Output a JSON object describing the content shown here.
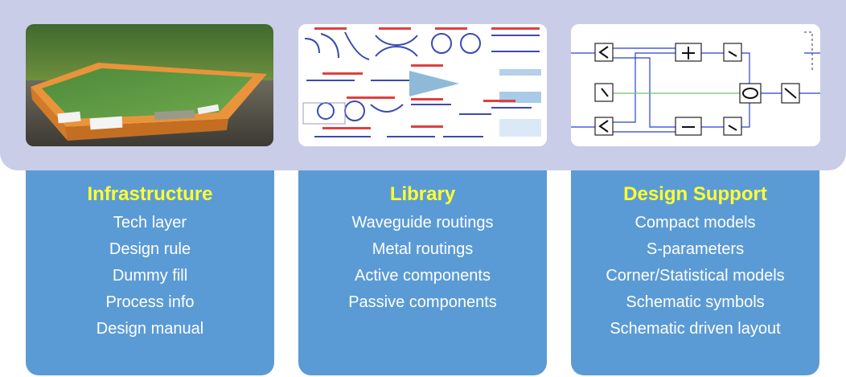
{
  "cards": [
    {
      "title": "Infrastructure",
      "items": [
        "Tech layer",
        "Design rule",
        "Dummy fill",
        "Process info",
        "Design manual"
      ]
    },
    {
      "title": "Library",
      "items": [
        "Waveguide routings",
        "Metal routings",
        "Active components",
        "Passive components"
      ]
    },
    {
      "title": "Design Support",
      "items": [
        "Compact models",
        "S-parameters",
        "Corner/Statistical models",
        "Schematic symbols",
        "Schematic driven layout"
      ]
    }
  ],
  "colors": {
    "band": "#c9cde7",
    "card": "#5b9bd5",
    "title": "#ffff33",
    "text": "#ffffff"
  }
}
